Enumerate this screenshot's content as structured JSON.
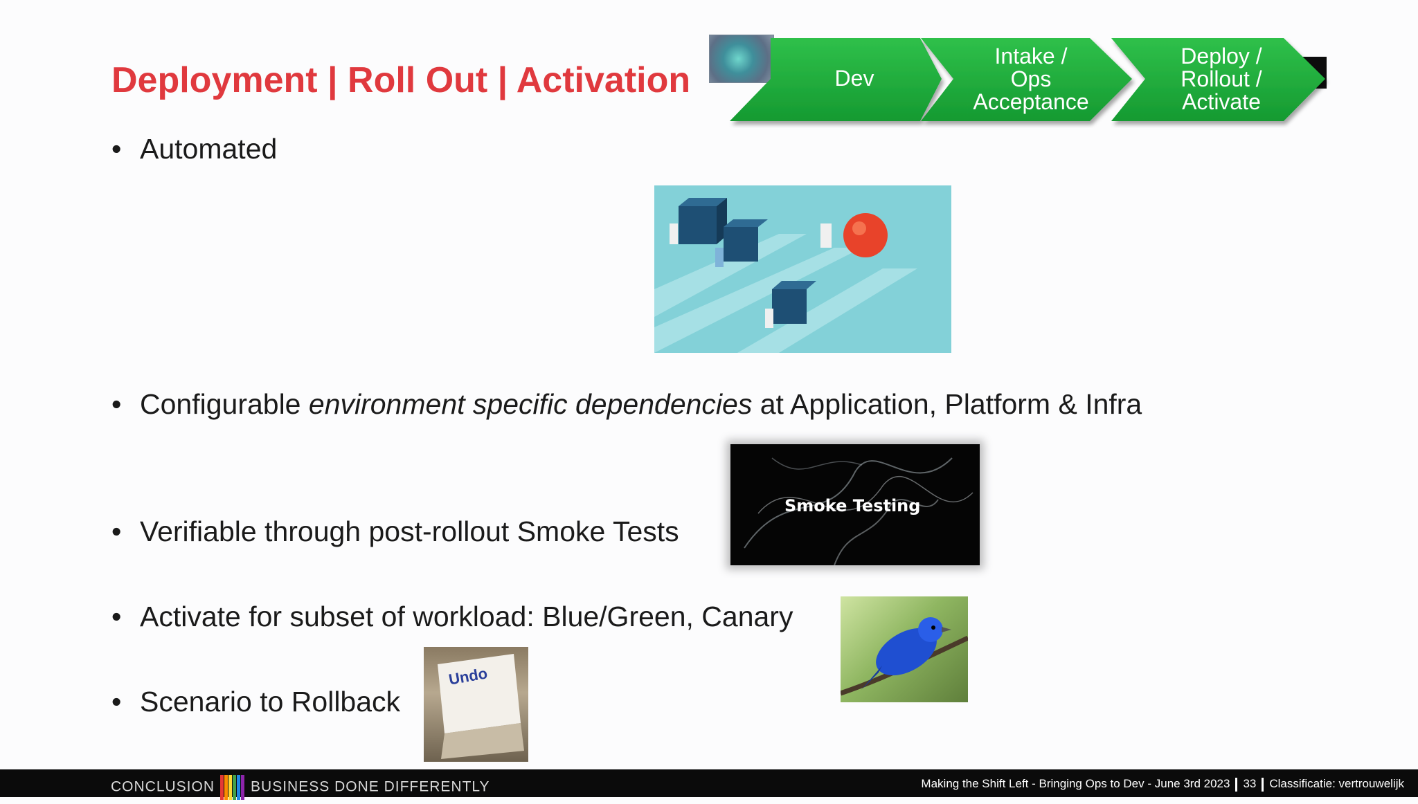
{
  "slide": {
    "title": "Deployment | Roll Out | Activation",
    "process_steps": [
      {
        "label_lines": [
          "Dev"
        ]
      },
      {
        "label_lines": [
          "Intake /",
          "Ops",
          "Acceptance"
        ]
      },
      {
        "label_lines": [
          "Deploy /",
          "Rollout /",
          "Activate"
        ]
      }
    ],
    "bullets": [
      {
        "text": "Automated"
      },
      {
        "text_before": "Configurable ",
        "text_italic": "environment specific dependencies",
        "text_after": " at Application, Platform & Infra"
      },
      {
        "text": "Verifiable through post-rollout Smoke Tests"
      },
      {
        "text": "Activate for subset of workload: Blue/Green, Canary"
      },
      {
        "text": "Scenario to Rollback"
      }
    ],
    "bullet_symbol": "•",
    "images": {
      "smoke_testing_caption": "Smoke Testing",
      "undo_key_label": "Undo"
    }
  },
  "footer": {
    "left_text_1": "CONCLUSION",
    "left_text_2": "BUSINESS DONE DIFFERENTLY",
    "stripe_colors": [
      "#e53935",
      "#fb8c00",
      "#fdd835",
      "#43a047",
      "#1e88e5",
      "#8e24aa"
    ],
    "presentation": "Making the Shift Left - Bringing Ops to Dev  - June 3rd 2023",
    "page_number": "33",
    "classification": "Classificatie: vertrouwelijk"
  },
  "colors": {
    "title": "#e0393e",
    "chevron_green": "#1ea83a",
    "footer_bg": "#0b0b0b"
  }
}
